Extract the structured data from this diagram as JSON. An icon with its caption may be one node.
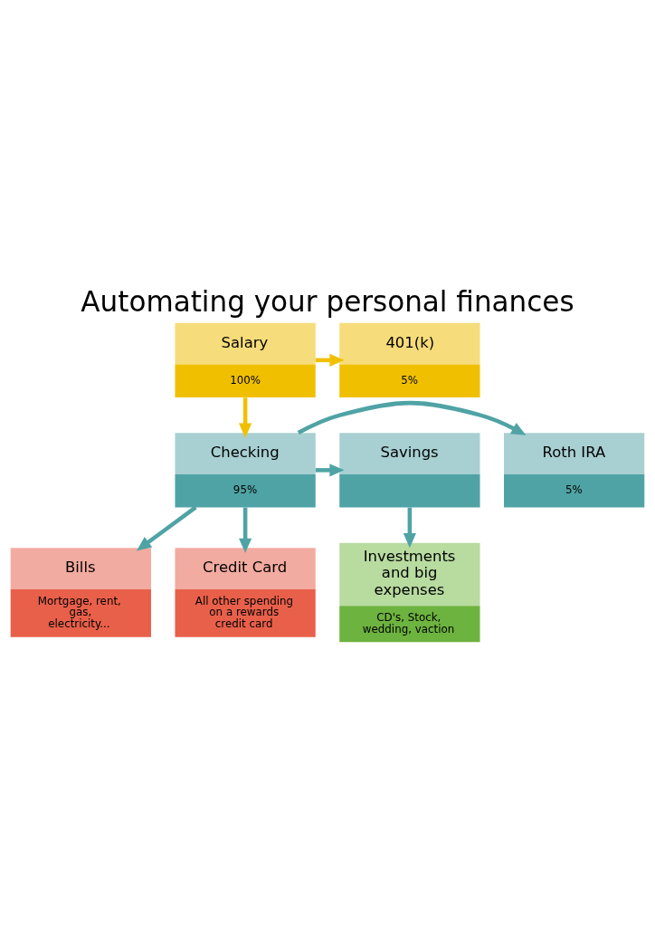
{
  "diagram": {
    "title": "Automating your personal finances",
    "nodes": [
      {
        "text": [
          "Salary",
          "100%"
        ]
      },
      {
        "text": [
          "401(k)",
          "5%"
        ]
      },
      {
        "text": [
          "Roth IRA",
          "5%"
        ]
      },
      {
        "text": [
          "Checking",
          "95%"
        ]
      },
      {
        "text": [
          "Savings"
        ]
      },
      {
        "text": [
          "Bills",
          "Mortgage, rent, gas, electricity..."
        ]
      },
      {
        "text": [
          "Credit Card",
          "All other spending on a rewards credit card"
        ]
      },
      {
        "text": [
          "Investments and big expenses",
          "CD's, Stock, wedding, vaction"
        ]
      }
    ],
    "edges": [
      {
        "from": 0,
        "to": 1,
        "arrow": "to",
        "color": "#f0c000"
      },
      {
        "from": 0,
        "to": 3,
        "arrow": "to",
        "color": "#f0c000"
      },
      {
        "from": 3,
        "to": 2,
        "arrow": "to"
      },
      {
        "from": 3,
        "to": 4,
        "arrow": "to"
      },
      {
        "from": 3,
        "to": 5,
        "arrow": "to"
      },
      {
        "from": 3,
        "to": 6,
        "arrow": "to"
      },
      {
        "from": 4,
        "to": 7,
        "arrow": "to"
      }
    ]
  }
}
